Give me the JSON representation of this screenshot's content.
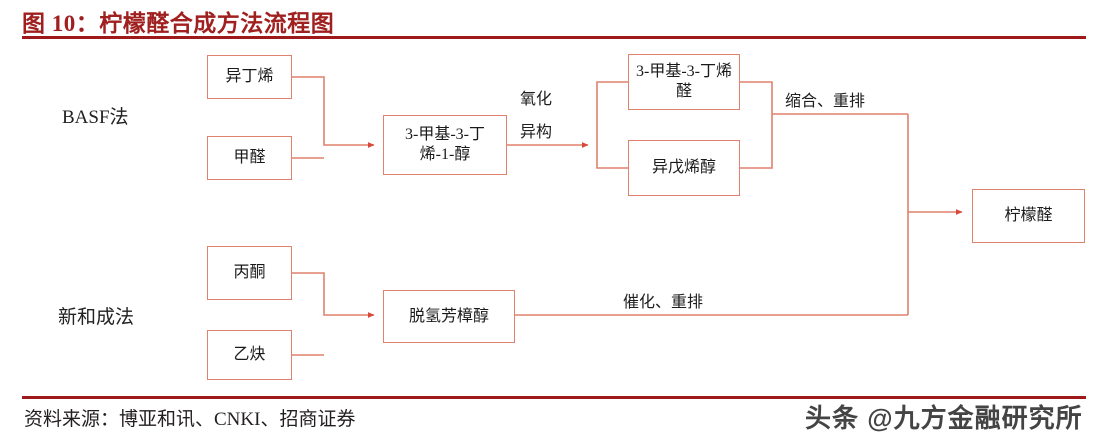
{
  "header": {
    "title": "图 10：柠檬醛合成方法流程图"
  },
  "footer": {
    "source": "资料来源：博亚和讯、CNKI、招商证券",
    "watermark": "头条 @九方金融研究所"
  },
  "colors": {
    "accent_rule": "#9e1a1a",
    "title_text": "#a02020",
    "node_border": "#e0826d",
    "wire": "#e0826d",
    "node_text": "#1a1a1a"
  },
  "diagram": {
    "group_labels": [
      {
        "name": "basf",
        "text": "BASF法"
      },
      {
        "name": "xinhecheng",
        "text": "新和成法"
      }
    ],
    "nodes": [
      {
        "id": "isobutylene",
        "text": "异丁烯"
      },
      {
        "id": "formaldehyde",
        "text": "甲醛"
      },
      {
        "id": "methylbutenol",
        "text": "3-甲基-3-丁烯-1-醇"
      },
      {
        "id": "methylbutenal",
        "text": "3-甲基-3-丁烯醛"
      },
      {
        "id": "prenol",
        "text": "异戊烯醇"
      },
      {
        "id": "acetone",
        "text": "丙酮"
      },
      {
        "id": "acetylene",
        "text": "乙炔"
      },
      {
        "id": "dehydrolinalool",
        "text": "脱氢芳樟醇"
      },
      {
        "id": "citral",
        "text": "柠檬醛"
      }
    ],
    "edge_labels": [
      {
        "id": "oxidation",
        "text": "氧化"
      },
      {
        "id": "isomerization",
        "text": "异构"
      },
      {
        "id": "condensation",
        "text": "缩合、重排"
      },
      {
        "id": "catalysis",
        "text": "催化、重排"
      }
    ]
  }
}
